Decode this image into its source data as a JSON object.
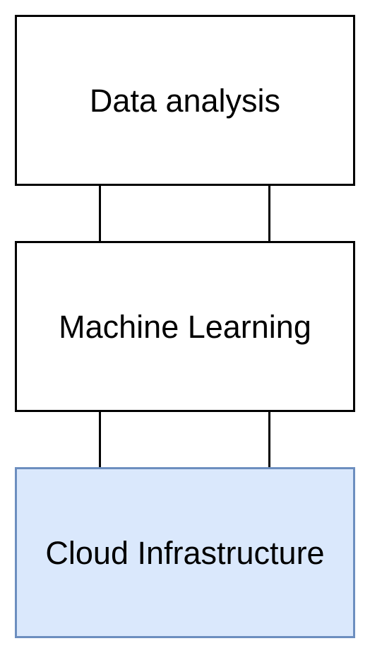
{
  "layers": [
    {
      "label": "Data analysis",
      "fill": "#ffffff",
      "stroke": "#000000"
    },
    {
      "label": "Machine Learning",
      "fill": "#ffffff",
      "stroke": "#000000"
    },
    {
      "label": "Cloud Infrastructure",
      "fill": "#dae8fc",
      "stroke": "#6c8ebf"
    }
  ],
  "connector_color": "#000000"
}
